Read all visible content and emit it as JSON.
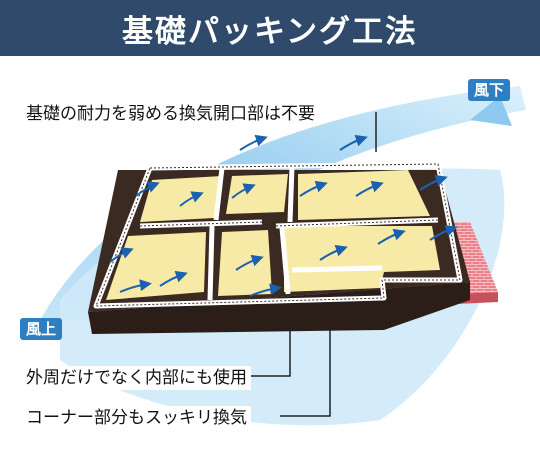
{
  "title": "基礎パッキング工法",
  "labels": {
    "wind_down": "風下",
    "wind_up": "風上"
  },
  "callouts": {
    "weak_vents": "基礎の耐力を弱める換気開口部は不要",
    "inside_outside": "外周だけでなく内部にも使用",
    "corners": "コーナー部分もスッキリ換気"
  },
  "colors": {
    "title_bg": "#2f4a6b",
    "tag_bg": "#2d7fc2",
    "air_flow": "#8ec9ef",
    "arrow": "#1a62b0",
    "floor": "#f7eaa6",
    "wall_top": "#ffffff",
    "wall_side": "#3a2a22",
    "deck": "#e8707a"
  }
}
